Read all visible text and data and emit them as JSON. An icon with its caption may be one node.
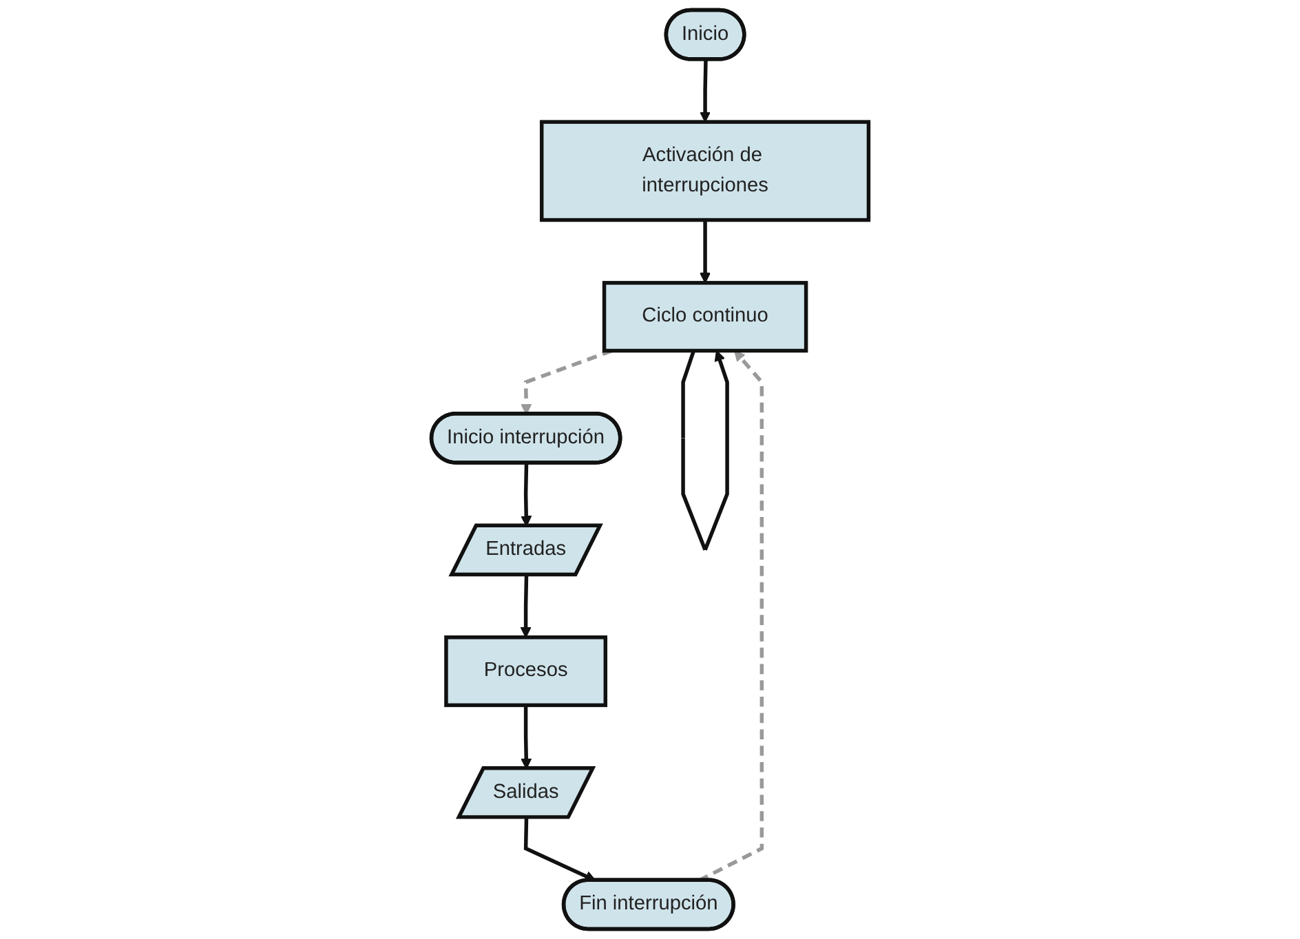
{
  "diagram": {
    "nodes": [
      {
        "text": [
          "Inicio"
        ]
      },
      {
        "text": [
          "Activación de interrupciones"
        ]
      },
      {
        "text": [
          "Ciclo continuo"
        ]
      },
      {
        "text": [
          "Inicio interrupción"
        ]
      },
      {
        "text": [
          "Entradas"
        ]
      },
      {
        "text": [
          "Procesos"
        ]
      },
      {
        "text": [
          "Salidas"
        ]
      },
      {
        "text": [
          "Fin interrupción"
        ]
      }
    ],
    "edges": [
      {
        "from": 0,
        "to": 1,
        "arrow": "to"
      },
      {
        "from": 1,
        "to": 2,
        "arrow": "to"
      },
      {
        "from": 2,
        "to": 2,
        "arrow": "to"
      },
      {
        "from": 2,
        "to": 3,
        "arrow": "to",
        "style": "dashed",
        "color": "#999999"
      },
      {
        "from": 3,
        "to": 4,
        "arrow": "to"
      },
      {
        "from": 4,
        "to": 5,
        "arrow": "to"
      },
      {
        "from": 5,
        "to": 6,
        "arrow": "to"
      },
      {
        "from": 6,
        "to": 7,
        "arrow": "to"
      },
      {
        "from": 7,
        "to": 2,
        "arrow": "to",
        "style": "dashed",
        "color": "#999999"
      }
    ]
  }
}
